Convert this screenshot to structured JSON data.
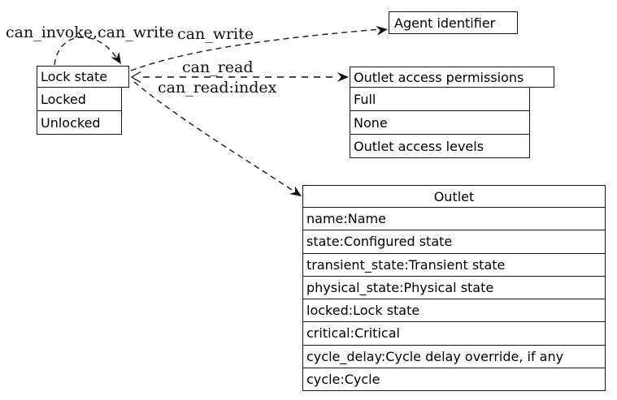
{
  "diagram": {
    "nodes": {
      "lock_state": {
        "header": "Lock state",
        "rows": [
          "Locked",
          "Unlocked"
        ]
      },
      "agent_identifier": {
        "label": "Agent identifier"
      },
      "outlet_access_permissions": {
        "header": "Outlet access permissions",
        "rows": [
          "Full",
          "None",
          "Outlet access levels"
        ]
      },
      "outlet": {
        "header": "Outlet",
        "rows": [
          "name:Name",
          "state:Configured state",
          "transient_state:Transient state",
          "physical_state:Physical state",
          "locked:Lock state",
          "critical:Critical",
          "cycle_delay:Cycle delay override, if any",
          "cycle:Cycle"
        ]
      }
    },
    "edge_labels": {
      "self_loop": "can_invoke,can_write",
      "to_agent_identifier": "can_write",
      "to_outlet_access_permissions": "can_read",
      "to_outlet": "can_read:index"
    },
    "colors": {
      "border": "#141414",
      "edge": "#1a1a1a",
      "edge_emphasis": "#4a4a4a",
      "background": "#ffffff"
    }
  }
}
